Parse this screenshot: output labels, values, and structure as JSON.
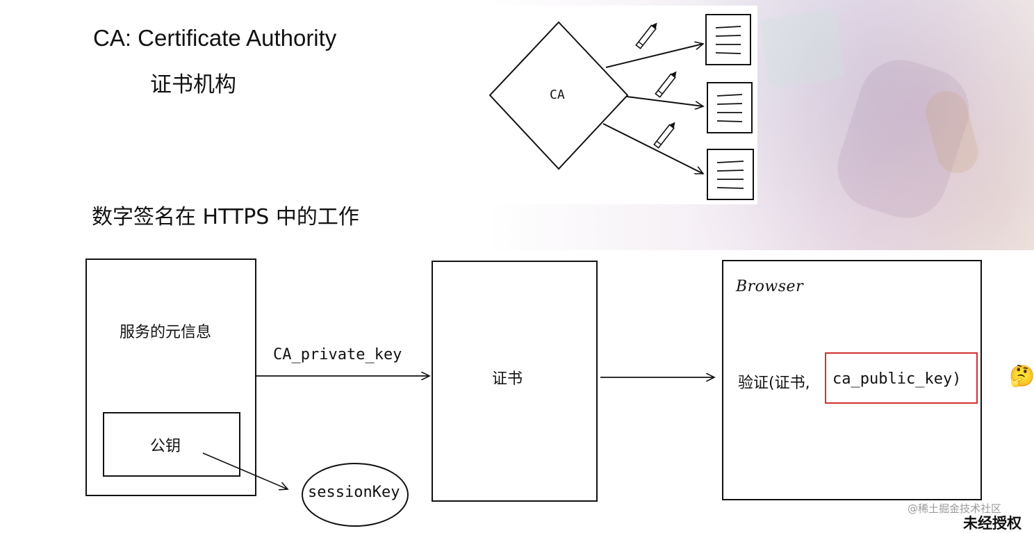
{
  "header": {
    "title_en": "CA: Certificate Authority",
    "title_cn": "证书机构"
  },
  "ca_diagram": {
    "center_label": "CA"
  },
  "section": {
    "title": "数字签名在 HTTPS 中的工作"
  },
  "server_box": {
    "info_label": "服务的元信息",
    "public_key_label": "公钥"
  },
  "arrow_1": {
    "label": "CA_private_key"
  },
  "certificate_box": {
    "label": "证书"
  },
  "browser_box": {
    "title": "Browser",
    "verify_label": "验证(证书,",
    "key_label": "ca_public_key)"
  },
  "session": {
    "label": "sessionKey"
  },
  "watermark": {
    "site": "@稀土掘金技术社区",
    "notice": "未经授权"
  },
  "colors": {
    "ink": "#111111",
    "highlight_box": "#d32f2f",
    "watermark": "#9a9a9a"
  },
  "icons": {
    "pencil": "pencil-icon",
    "document": "document-icon",
    "emoji": "thinking-face-icon"
  }
}
